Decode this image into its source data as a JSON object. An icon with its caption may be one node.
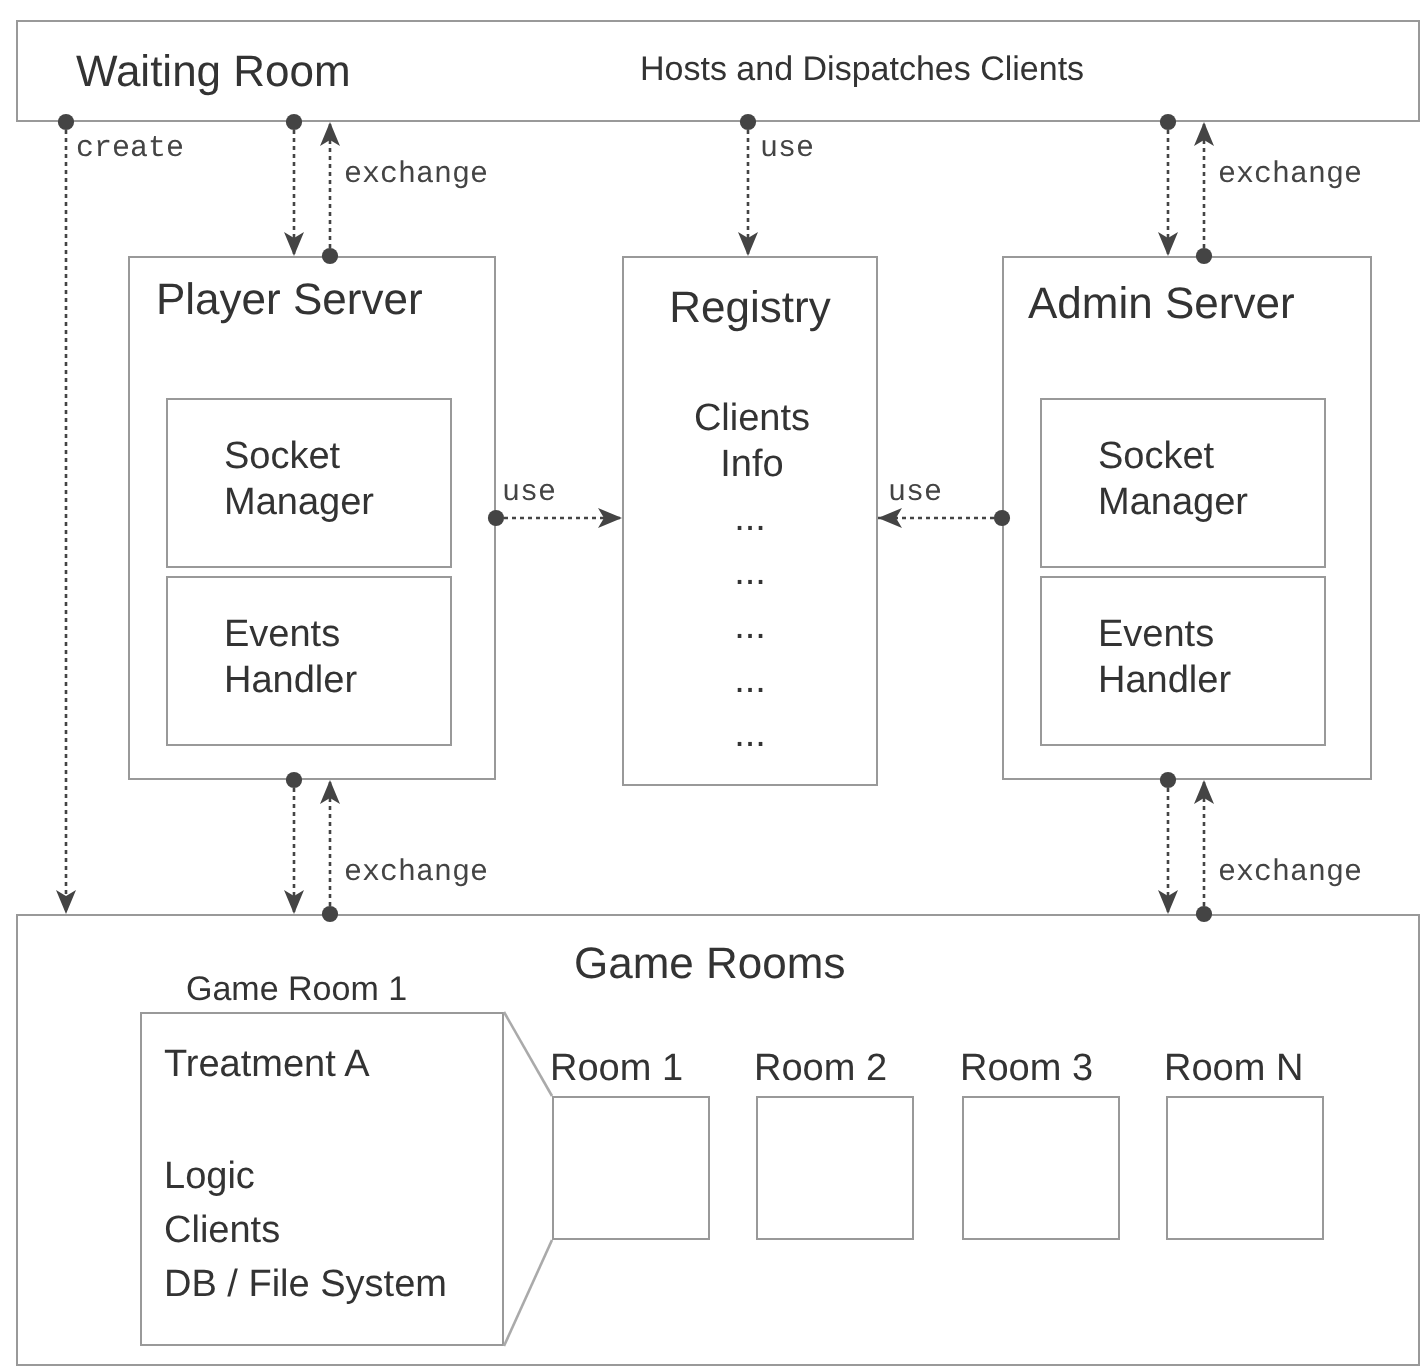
{
  "diagram": {
    "nodes": [
      {
        "text": [
          "Waiting Room",
          "Hosts and Dispatches Clients"
        ]
      },
      {
        "text": [
          "Player Server"
        ]
      },
      {
        "text": [
          "Socket Manager"
        ],
        "in": 1
      },
      {
        "text": [
          "Events Handler"
        ],
        "in": 1
      },
      {
        "text": [
          "Registry",
          "Clients Info",
          "...",
          "...",
          "...",
          "...",
          "..."
        ]
      },
      {
        "text": [
          "Admin Server"
        ]
      },
      {
        "text": [
          "Socket Manager"
        ],
        "in": 5
      },
      {
        "text": [
          "Events Handler"
        ],
        "in": 5
      },
      {
        "text": [
          "Game Rooms"
        ]
      },
      {
        "text": [
          "Game Room 1",
          "Treatment A",
          "Logic",
          "Clients",
          "DB / File System"
        ],
        "in": 8
      },
      {
        "text": [
          "Room 1"
        ],
        "in": 8
      },
      {
        "text": [
          "Room 2"
        ],
        "in": 8
      },
      {
        "text": [
          "Room 3"
        ],
        "in": 8
      },
      {
        "text": [
          "Room N"
        ],
        "in": 8
      }
    ],
    "edges": [
      {
        "from": 0,
        "to": 8,
        "arrow": "to",
        "label": "create",
        "style": "dashed"
      },
      {
        "from": 0,
        "to": 1,
        "arrow": "to",
        "style": "dashed"
      },
      {
        "from": 1,
        "to": 0,
        "arrow": "to",
        "label": "exchange",
        "style": "dashed"
      },
      {
        "from": 0,
        "to": 4,
        "arrow": "to",
        "label": "use",
        "style": "dashed"
      },
      {
        "from": 0,
        "to": 5,
        "arrow": "to",
        "style": "dashed"
      },
      {
        "from": 5,
        "to": 0,
        "arrow": "to",
        "label": "exchange",
        "style": "dashed"
      },
      {
        "from": 1,
        "to": 4,
        "arrow": "to",
        "label": "use",
        "style": "dashed"
      },
      {
        "from": 5,
        "to": 4,
        "arrow": "to",
        "label": "use",
        "style": "dashed"
      },
      {
        "from": 1,
        "to": 8,
        "arrow": "to",
        "style": "dashed"
      },
      {
        "from": 8,
        "to": 1,
        "arrow": "to",
        "label": "exchange",
        "style": "dashed"
      },
      {
        "from": 5,
        "to": 8,
        "arrow": "to",
        "style": "dashed"
      },
      {
        "from": 8,
        "to": 5,
        "arrow": "to",
        "label": "exchange",
        "style": "dashed"
      },
      {
        "from": 9,
        "to": 10,
        "arrow": "none",
        "color": "#aaaaaa"
      },
      {
        "from": 9,
        "to": 10,
        "arrow": "none",
        "color": "#aaaaaa"
      }
    ]
  }
}
